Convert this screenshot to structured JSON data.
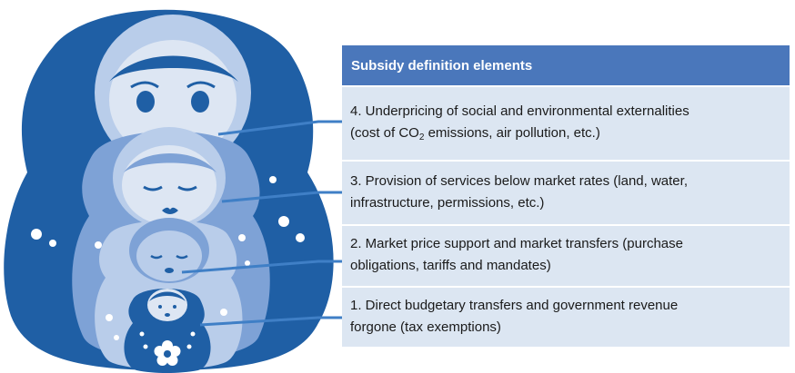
{
  "panel": {
    "header": "Subsidy definition elements",
    "rows": [
      {
        "line1": "4. Underpricing of social and environmental externalities",
        "line2_pre": "(cost of CO",
        "line2_sub": "2",
        "line2_post": " emissions, air pollution, etc.)"
      },
      {
        "line1": "3. Provision of services below market rates (land, water,",
        "line2": "infrastructure, permissions, etc.)"
      },
      {
        "line1": "2. Market price support and market transfers (purchase",
        "line2": "obligations, tariffs and mandates)"
      },
      {
        "line1": "1. Direct budgetary transfers and government revenue",
        "line2": "forgone (tax exemptions)"
      }
    ]
  },
  "colors": {
    "header_bg": "#4a77bb",
    "row_bg": "#dce6f2",
    "doll_dark": "#1f5fa5",
    "doll_mid": "#7ea2d6",
    "doll_light": "#b9cdea",
    "face": "#dde6f3",
    "connector": "#3f7fc6"
  }
}
